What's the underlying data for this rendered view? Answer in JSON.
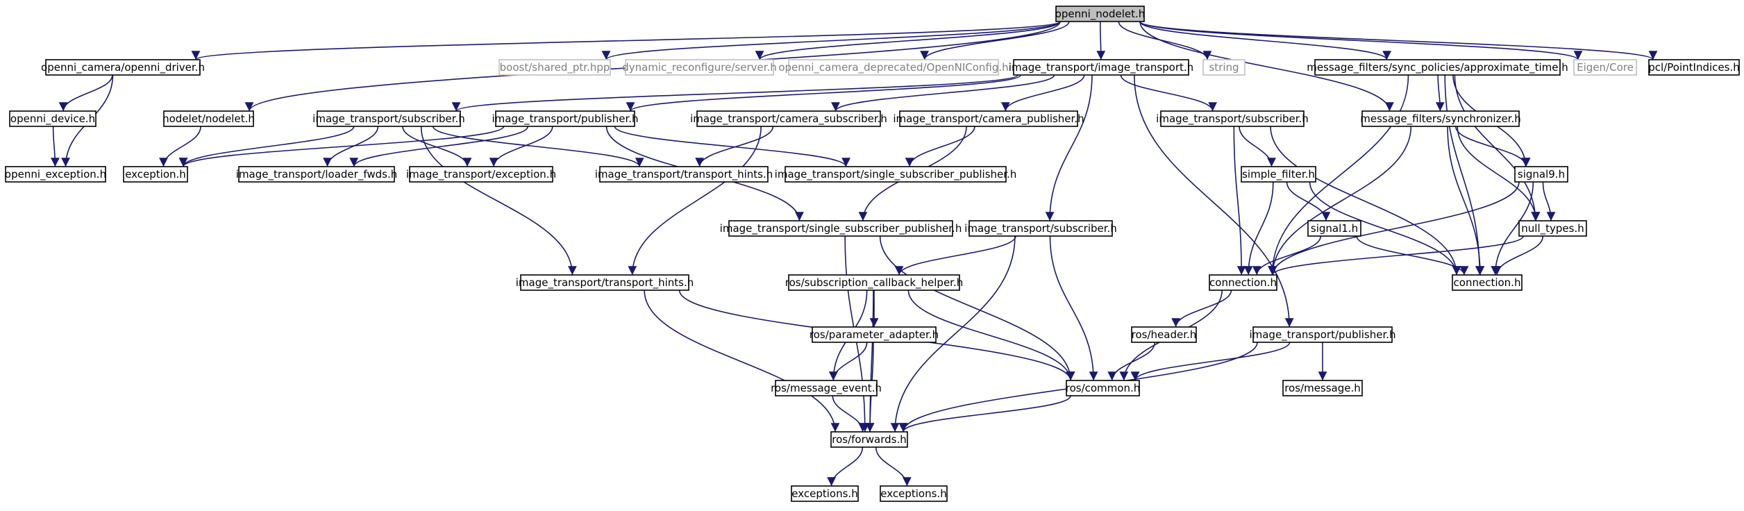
{
  "title": "",
  "colors": {
    "edge": "#191970",
    "root_fill": "#bfbfbf",
    "external_border": "#bfbfbf",
    "external_text": "#7f7f7f"
  },
  "nodes": [
    {
      "id": "root",
      "label": "openni_nodelet.h",
      "kind": "root"
    },
    {
      "id": "n_openni_driver",
      "label": "openni_camera/openni_driver.h",
      "kind": "normal"
    },
    {
      "id": "n_boost_shared",
      "label": "boost/shared_ptr.hpp",
      "kind": "external"
    },
    {
      "id": "n_dyn_server",
      "label": "dynamic_reconfigure/server.h",
      "kind": "external"
    },
    {
      "id": "n_openni_config",
      "label": "openni_camera_deprecated/OpenNIConfig.h",
      "kind": "external"
    },
    {
      "id": "n_it_image_transport",
      "label": "image_transport/image_transport.h",
      "kind": "normal"
    },
    {
      "id": "n_string",
      "label": "string",
      "kind": "external"
    },
    {
      "id": "n_approx_time",
      "label": "message_filters/sync_policies/approximate_time.h",
      "kind": "normal"
    },
    {
      "id": "n_eigen",
      "label": "Eigen/Core",
      "kind": "external"
    },
    {
      "id": "n_pcl",
      "label": "pcl/PointIndices.h",
      "kind": "normal"
    },
    {
      "id": "n_openni_device",
      "label": "openni_device.h",
      "kind": "normal"
    },
    {
      "id": "n_openni_exception",
      "label": "openni_exception.h",
      "kind": "normal"
    },
    {
      "id": "n_nodelet",
      "label": "nodelet/nodelet.h",
      "kind": "normal"
    },
    {
      "id": "n_exception",
      "label": "exception.h",
      "kind": "normal"
    },
    {
      "id": "n_it_subscriber_a",
      "label": "image_transport/subscriber.h",
      "kind": "normal"
    },
    {
      "id": "n_it_publisher_a",
      "label": "image_transport/publisher.h",
      "kind": "normal"
    },
    {
      "id": "n_it_cam_sub",
      "label": "image_transport/camera_subscriber.h",
      "kind": "normal"
    },
    {
      "id": "n_it_cam_pub",
      "label": "image_transport/camera_publisher.h",
      "kind": "normal"
    },
    {
      "id": "n_it_subscriber_b",
      "label": "image_transport/subscriber.h",
      "kind": "normal"
    },
    {
      "id": "n_synchronizer",
      "label": "message_filters/synchronizer.h",
      "kind": "normal"
    },
    {
      "id": "n_loader_fwds",
      "label": "image_transport/loader_fwds.h",
      "kind": "normal"
    },
    {
      "id": "n_it_exception",
      "label": "image_transport/exception.h",
      "kind": "normal"
    },
    {
      "id": "n_transport_hints_a",
      "label": "image_transport/transport_hints.h",
      "kind": "normal"
    },
    {
      "id": "n_ssp_a",
      "label": "image_transport/single_subscriber_publisher.h",
      "kind": "normal"
    },
    {
      "id": "n_simple_filter",
      "label": "simple_filter.h",
      "kind": "normal"
    },
    {
      "id": "n_signal9",
      "label": "signal9.h",
      "kind": "normal"
    },
    {
      "id": "n_ssp_b",
      "label": "image_transport/single_subscriber_publisher.h",
      "kind": "normal"
    },
    {
      "id": "n_it_subscriber_c",
      "label": "image_transport/subscriber.h",
      "kind": "normal"
    },
    {
      "id": "n_signal1",
      "label": "signal1.h",
      "kind": "normal"
    },
    {
      "id": "n_null_types",
      "label": "null_types.h",
      "kind": "normal"
    },
    {
      "id": "n_transport_hints_b",
      "label": "image_transport/transport_hints.h",
      "kind": "normal"
    },
    {
      "id": "n_sub_cb_helper",
      "label": "ros/subscription_callback_helper.h",
      "kind": "normal"
    },
    {
      "id": "n_connection_a",
      "label": "connection.h",
      "kind": "normal"
    },
    {
      "id": "n_connection_b",
      "label": "connection.h",
      "kind": "normal"
    },
    {
      "id": "n_param_adapter",
      "label": "ros/parameter_adapter.h",
      "kind": "normal"
    },
    {
      "id": "n_ros_header",
      "label": "ros/header.h",
      "kind": "normal"
    },
    {
      "id": "n_it_publisher_b",
      "label": "image_transport/publisher.h",
      "kind": "normal"
    },
    {
      "id": "n_msg_event",
      "label": "ros/message_event.h",
      "kind": "normal"
    },
    {
      "id": "n_ros_common",
      "label": "ros/common.h",
      "kind": "normal"
    },
    {
      "id": "n_ros_message",
      "label": "ros/message.h",
      "kind": "normal"
    },
    {
      "id": "n_ros_forwards",
      "label": "ros/forwards.h",
      "kind": "normal"
    },
    {
      "id": "n_exceptions_a",
      "label": "exceptions.h",
      "kind": "normal"
    },
    {
      "id": "n_exceptions_b",
      "label": "exceptions.h",
      "kind": "normal"
    }
  ],
  "edges": [
    [
      "root",
      "n_openni_driver"
    ],
    [
      "root",
      "n_boost_shared"
    ],
    [
      "root",
      "n_dyn_server"
    ],
    [
      "root",
      "n_openni_config"
    ],
    [
      "root",
      "n_it_image_transport"
    ],
    [
      "root",
      "n_string"
    ],
    [
      "root",
      "n_approx_time"
    ],
    [
      "root",
      "n_eigen"
    ],
    [
      "root",
      "n_pcl"
    ],
    [
      "root",
      "n_nodelet"
    ],
    [
      "root",
      "n_synchronizer"
    ],
    [
      "n_openni_driver",
      "n_openni_device"
    ],
    [
      "n_openni_driver",
      "n_openni_exception"
    ],
    [
      "n_openni_device",
      "n_openni_exception"
    ],
    [
      "n_nodelet",
      "n_exception"
    ],
    [
      "n_it_image_transport",
      "n_it_subscriber_a"
    ],
    [
      "n_it_image_transport",
      "n_it_publisher_a"
    ],
    [
      "n_it_image_transport",
      "n_it_cam_sub"
    ],
    [
      "n_it_image_transport",
      "n_it_cam_pub"
    ],
    [
      "n_it_image_transport",
      "n_it_subscriber_b"
    ],
    [
      "n_it_image_transport",
      "n_it_subscriber_c"
    ],
    [
      "n_it_image_transport",
      "n_it_publisher_b"
    ],
    [
      "n_it_subscriber_a",
      "n_exception"
    ],
    [
      "n_it_subscriber_a",
      "n_loader_fwds"
    ],
    [
      "n_it_subscriber_a",
      "n_it_exception"
    ],
    [
      "n_it_subscriber_a",
      "n_transport_hints_a"
    ],
    [
      "n_it_subscriber_a",
      "n_transport_hints_b"
    ],
    [
      "n_it_publisher_a",
      "n_exception"
    ],
    [
      "n_it_publisher_a",
      "n_loader_fwds"
    ],
    [
      "n_it_publisher_a",
      "n_it_exception"
    ],
    [
      "n_it_publisher_a",
      "n_ssp_a"
    ],
    [
      "n_it_publisher_a",
      "n_ssp_b"
    ],
    [
      "n_it_cam_sub",
      "n_transport_hints_a"
    ],
    [
      "n_it_cam_sub",
      "n_transport_hints_b"
    ],
    [
      "n_it_cam_pub",
      "n_ssp_a"
    ],
    [
      "n_it_cam_pub",
      "n_ssp_b"
    ],
    [
      "n_it_subscriber_b",
      "n_simple_filter"
    ],
    [
      "n_it_subscriber_b",
      "n_connection_a"
    ],
    [
      "n_it_subscriber_b",
      "n_connection_b"
    ],
    [
      "n_approx_time",
      "n_synchronizer"
    ],
    [
      "n_approx_time",
      "n_signal9"
    ],
    [
      "n_approx_time",
      "n_null_types"
    ],
    [
      "n_approx_time",
      "n_connection_a"
    ],
    [
      "n_approx_time",
      "n_connection_b"
    ],
    [
      "n_synchronizer",
      "n_signal9"
    ],
    [
      "n_synchronizer",
      "n_null_types"
    ],
    [
      "n_synchronizer",
      "n_connection_a"
    ],
    [
      "n_synchronizer",
      "n_connection_b"
    ],
    [
      "n_simple_filter",
      "n_signal1"
    ],
    [
      "n_simple_filter",
      "n_connection_a"
    ],
    [
      "n_simple_filter",
      "n_connection_b"
    ],
    [
      "n_signal9",
      "n_null_types"
    ],
    [
      "n_signal9",
      "n_connection_a"
    ],
    [
      "n_signal9",
      "n_connection_b"
    ],
    [
      "n_signal1",
      "n_connection_a"
    ],
    [
      "n_signal1",
      "n_connection_b"
    ],
    [
      "n_null_types",
      "n_connection_a"
    ],
    [
      "n_null_types",
      "n_connection_b"
    ],
    [
      "n_ssp_b",
      "n_ros_forwards"
    ],
    [
      "n_ssp_b",
      "n_ros_common"
    ],
    [
      "n_it_subscriber_c",
      "n_sub_cb_helper"
    ],
    [
      "n_it_subscriber_c",
      "n_ros_common"
    ],
    [
      "n_it_subscriber_c",
      "n_ros_forwards"
    ],
    [
      "n_transport_hints_b",
      "n_ros_forwards"
    ],
    [
      "n_transport_hints_b",
      "n_ros_common"
    ],
    [
      "n_sub_cb_helper",
      "n_param_adapter"
    ],
    [
      "n_sub_cb_helper",
      "n_msg_event"
    ],
    [
      "n_sub_cb_helper",
      "n_ros_common"
    ],
    [
      "n_sub_cb_helper",
      "n_ros_forwards"
    ],
    [
      "n_connection_a",
      "n_ros_header"
    ],
    [
      "n_connection_a",
      "n_ros_common"
    ],
    [
      "n_param_adapter",
      "n_msg_event"
    ],
    [
      "n_param_adapter",
      "n_ros_forwards"
    ],
    [
      "n_ros_header",
      "n_ros_common"
    ],
    [
      "n_it_publisher_b",
      "n_ros_common"
    ],
    [
      "n_it_publisher_b",
      "n_ros_message"
    ],
    [
      "n_it_publisher_b",
      "n_ros_forwards"
    ],
    [
      "n_msg_event",
      "n_ros_forwards"
    ],
    [
      "n_ros_common",
      "n_ros_forwards"
    ],
    [
      "n_ros_forwards",
      "n_exceptions_a"
    ],
    [
      "n_ros_forwards",
      "n_exceptions_b"
    ]
  ]
}
